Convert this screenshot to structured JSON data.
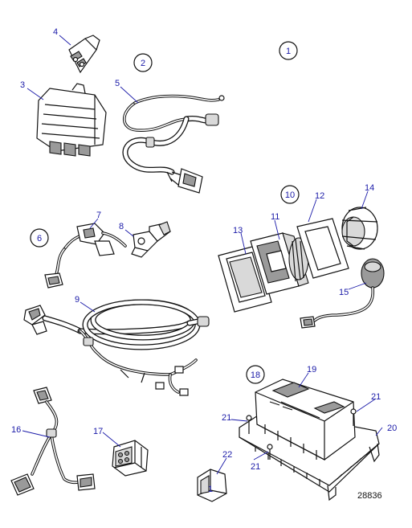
{
  "figure_number": "28836",
  "groups": [
    "1",
    "2",
    "6",
    "10",
    "18"
  ],
  "callouts": {
    "c1": "1",
    "c2": "2",
    "c3": "3",
    "c4": "4",
    "c5": "5",
    "c6": "6",
    "c7": "7",
    "c8": "8",
    "c9": "9",
    "c10": "10",
    "c11": "11",
    "c12": "12",
    "c13": "13",
    "c14": "14",
    "c15": "15",
    "c16": "16",
    "c17": "17",
    "c18": "18",
    "c19": "19",
    "c20": "20",
    "c21a": "21",
    "c21b": "21",
    "c21c": "21",
    "c22": "22"
  }
}
